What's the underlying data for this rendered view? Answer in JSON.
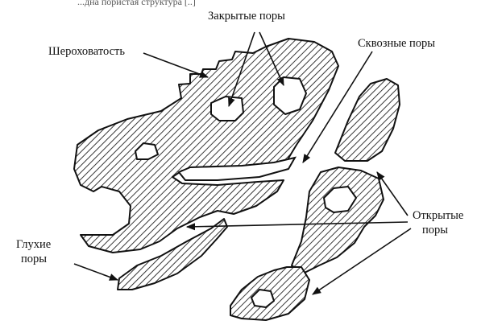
{
  "figure": {
    "caption_top_fragment": "...дна пористая структура [..]",
    "labels": {
      "closed_pores": "Закрытые поры",
      "roughness": "Шероховатость",
      "through_pores": "Сквозные поры",
      "open_pores_line1": "Открытые",
      "open_pores_line2": "поры",
      "blind_pores_line1": "Глухие",
      "blind_pores_line2": "поры"
    }
  }
}
